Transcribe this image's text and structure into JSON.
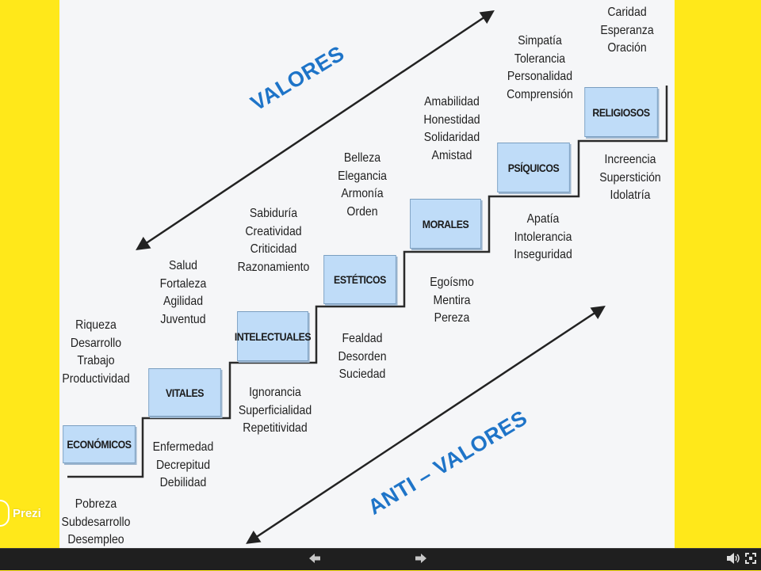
{
  "app": {
    "logo_text": "Prezi"
  },
  "slide": {
    "valores_label": "VALORES",
    "antivalores_label": "ANTI – VALORES",
    "categories": [
      {
        "key": "economicos",
        "label": "ECONÓMICOS",
        "valores": [
          "Riqueza",
          "Desarrollo",
          "Trabajo",
          "Productividad"
        ],
        "antivalores": [
          "Pobreza",
          "Subdesarrollo",
          "Desempleo"
        ]
      },
      {
        "key": "vitales",
        "label": "VITALES",
        "valores": [
          "Salud",
          "Fortaleza",
          "Agilidad",
          "Juventud"
        ],
        "antivalores": [
          "Enfermedad",
          "Decrepitud",
          "Debilidad"
        ]
      },
      {
        "key": "intelectuales",
        "label": "INTELECTUALES",
        "valores": [
          "Sabiduría",
          "Creatividad",
          "Criticidad",
          "Razonamiento"
        ],
        "antivalores": [
          "Ignorancia",
          "Superficialidad",
          "Repetitividad"
        ]
      },
      {
        "key": "esteticos",
        "label": "ESTÉTICOS",
        "valores": [
          "Belleza",
          "Elegancia",
          "Armonía",
          "Orden"
        ],
        "antivalores": [
          "Fealdad",
          "Desorden",
          "Suciedad"
        ]
      },
      {
        "key": "morales",
        "label": "MORALES",
        "valores": [
          "Amabilidad",
          "Honestidad",
          "Solidaridad",
          "Amistad"
        ],
        "antivalores": [
          "Egoísmo",
          "Mentira",
          "Pereza"
        ]
      },
      {
        "key": "psiquicos",
        "label": "PSÍQUICOS",
        "valores": [
          "Simpatía",
          "Tolerancia",
          "Personalidad",
          "Comprensión"
        ],
        "antivalores": [
          "Apatía",
          "Intolerancia",
          "Inseguridad"
        ]
      },
      {
        "key": "religiosos",
        "label": "RELIGIOSOS",
        "valores": [
          "Caridad",
          "Esperanza",
          "Oración"
        ],
        "antivalores": [
          "Increencia",
          "Superstición",
          "Idolatría"
        ]
      }
    ]
  },
  "toolbar": {
    "prev_icon": "arrow-left-icon",
    "next_icon": "arrow-right-icon",
    "volume_icon": "speaker-icon",
    "fullscreen_icon": "fullscreen-icon"
  },
  "colors": {
    "frame_yellow": "#FFE81A",
    "box_fill": "#BFDCF8",
    "label_blue": "#1E74C8",
    "bar_dark": "#1F1F1F"
  }
}
